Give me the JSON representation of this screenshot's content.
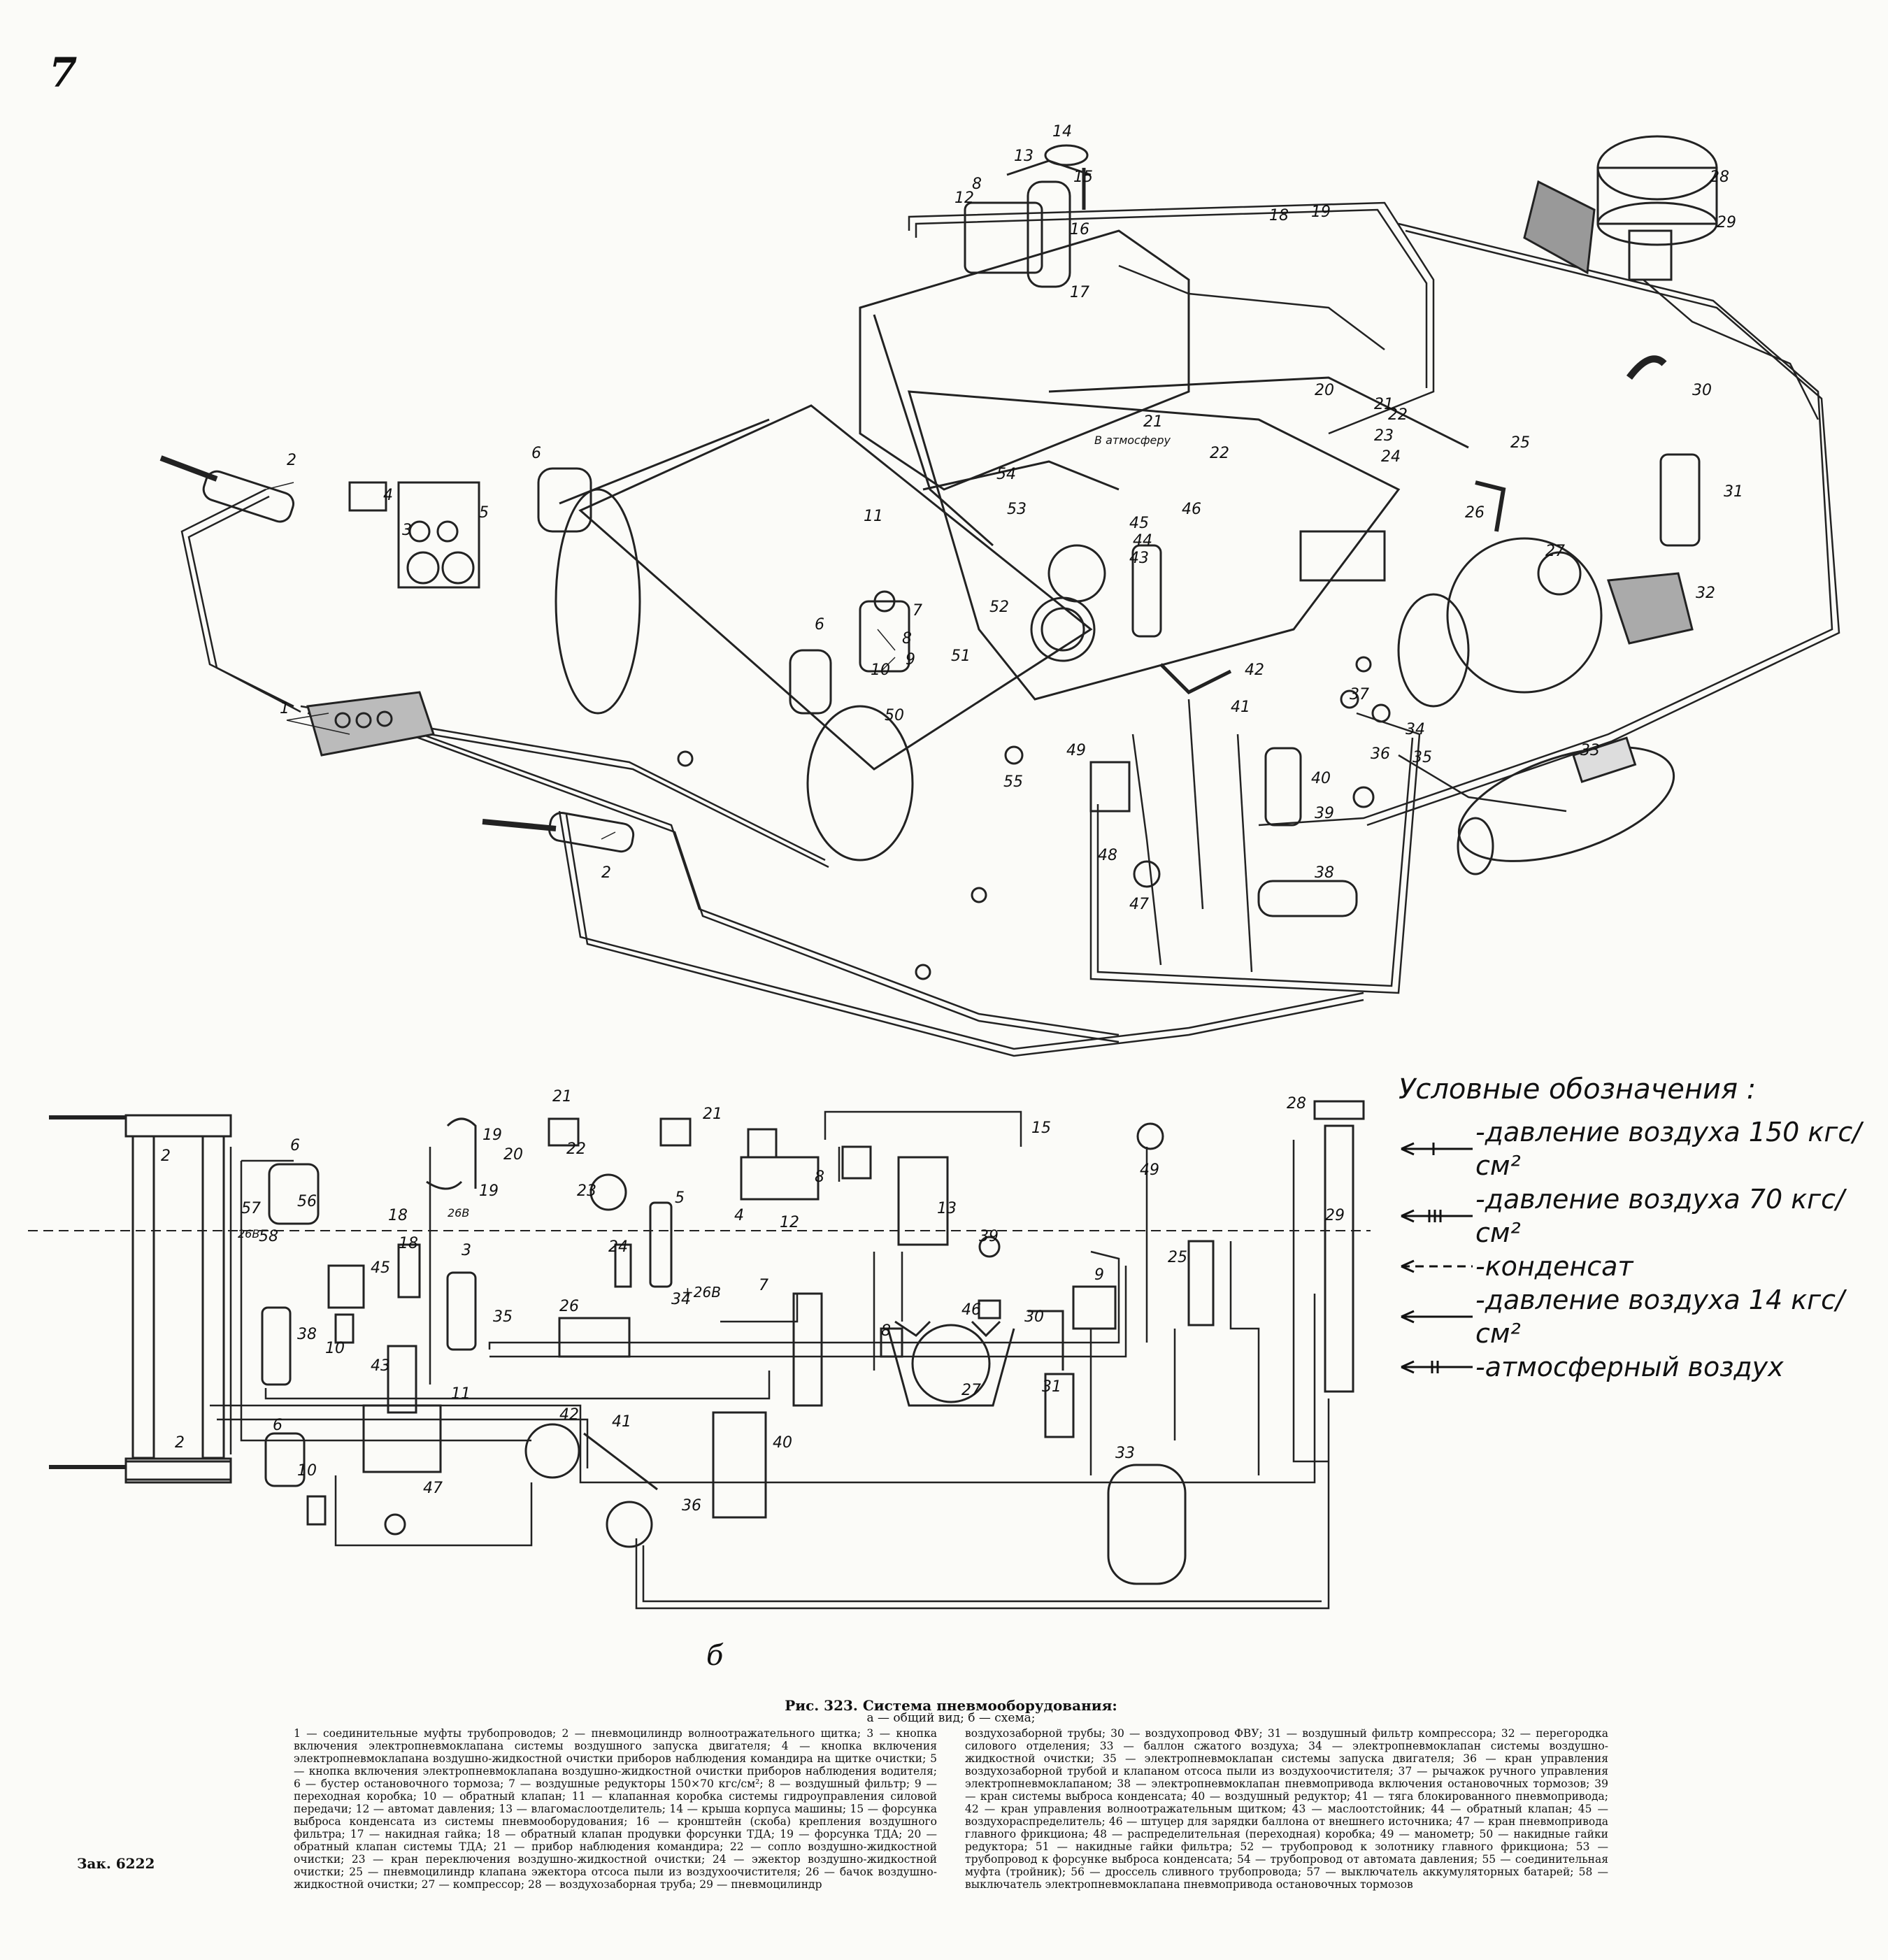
{
  "page_number": "7",
  "legend": {
    "title": "Условные обозначения :",
    "items": [
      {
        "label": "-давление воздуха 150 кгс/см²",
        "marker": "single-bar"
      },
      {
        "label": "-давление воздуха 70 кгс/см²",
        "marker": "triple-bar"
      },
      {
        "label": "-конденсат",
        "marker": "dashed"
      },
      {
        "label": "-давление воздуха 14 кгс/см²",
        "marker": "plain"
      },
      {
        "label": "-атмосферный воздух",
        "marker": "double-bar"
      }
    ]
  },
  "subfigure_label": "б",
  "caption": {
    "title": "Рис. 323. Система пневмооборудования:",
    "subtitle": "а — общий вид; б — схема;",
    "left": "1 — соединительные муфты трубопроводов; 2 — пневмоцилиндр волноотражательного щитка; 3 — кнопка включения электропневмоклапана системы воздушного запуска двигателя; 4 — кнопка включения электропневмоклапана воздушно-жидкостной очистки приборов наблюдения командира на щитке очистки; 5 — кнопка включения электропневмоклапана воздушно-жидкостной очистки приборов наблюдения водителя; 6 — бустер остановочного тормоза; 7 — воздушные редукторы 150×70 кгс/см²; 8 — воздушный фильтр; 9 — переходная коробка; 10 — обратный клапан; 11 — клапанная коробка системы гидроуправления силовой передачи; 12 — автомат давления; 13 — влагомаслоотделитель; 14 — крыша корпуса машины; 15 — форсунка выброса конденсата из системы пневмооборудования; 16 — кронштейн (скоба) крепления воздушного фильтра; 17 — накидная гайка; 18 — обратный клапан продувки форсунки ТДА; 19 — форсунка ТДА; 20 — обратный клапан системы ТДА; 21 — прибор наблюдения командира; 22 — сопло воздушно-жидкостной очистки; 23 — кран переключения воздушно-жидкостной очистки; 24 — эжектор воздушно-жидкостной очистки; 25 — пневмоцилиндр клапана эжектора отсоса пыли из воздухоочистителя; 26 — бачок воздушно-жидкостной очистки; 27 — компрессор; 28 — воздухозаборная труба; 29 — пневмоцилиндр",
    "right": "воздухозаборной трубы; 30 — воздухопровод ФВУ; 31 — воздушный фильтр компрессора; 32 — перегородка силового отделения; 33 — баллон сжатого воздуха; 34 — электропневмоклапан системы воздушно-жидкостной очистки; 35 — электропневмоклапан системы запуска двигателя; 36 — кран управления воздухозаборной трубой и клапаном отсоса пыли из воздухоочистителя; 37 — рычажок ручного управления электропневмоклапаном; 38 — электропневмоклапан пневмопривода включения остановочных тормозов; 39 — кран системы выброса конденсата; 40 — воздушный редуктор; 41 — тяга блокированного пневмопривода; 42 — кран управления волноотражательным щитком; 43 — маслоотстойник; 44 — обратный клапан; 45 — воздухораспределитель; 46 — штуцер для зарядки баллона от внешнего источника; 47 — кран пневмопривода главного фрикциона; 48 — распределительная (переходная) коробка; 49 — манометр; 50 — накидные гайки редуктора; 51 — накидные гайки фильтра; 52 — трубопровод к золотнику главного фрикциона; 53 — трубопровод к форсунке выброса конденсата; 54 — трубопровод от автомата давления; 55 — соединительная муфта (тройник); 56 — дроссель сливного трубопровода; 57 — выключатель аккумуляторных батарей; 58 — выключатель электропневмоклапана пневмопривода остановочных тормозов"
  },
  "order_number": "Зак. 6222",
  "top_labels": [
    "1",
    "2",
    "2",
    "3",
    "4",
    "5",
    "6",
    "6",
    "7",
    "8",
    "8",
    "9",
    "10",
    "11",
    "12",
    "13",
    "14",
    "15",
    "16",
    "17",
    "18",
    "19",
    "20",
    "21",
    "21",
    "22",
    "22",
    "23",
    "24",
    "25",
    "26",
    "27",
    "28",
    "29",
    "30",
    "31",
    "32",
    "33",
    "34",
    "35",
    "36",
    "37",
    "38",
    "39",
    "40",
    "41",
    "42",
    "43",
    "44",
    "45",
    "46",
    "47",
    "48",
    "49",
    "50",
    "51",
    "52",
    "53",
    "54",
    "55"
  ],
  "top_text": "В атмосферу",
  "bottom_labels": [
    "2",
    "2",
    "6",
    "6",
    "57",
    "56",
    "58",
    "38",
    "10",
    "10",
    "43",
    "18",
    "18",
    "19",
    "19",
    "20",
    "45",
    "3",
    "35",
    "21",
    "21",
    "22",
    "23",
    "24",
    "26",
    "5",
    "4",
    "34",
    "12",
    "8",
    "8",
    "13",
    "39",
    "15",
    "7",
    "27",
    "31",
    "30",
    "46",
    "9",
    "49",
    "28",
    "29",
    "25",
    "33",
    "42",
    "41",
    "40",
    "36",
    "11",
    "47"
  ],
  "bottom_text": [
    "26В",
    "26В",
    "+26В"
  ]
}
